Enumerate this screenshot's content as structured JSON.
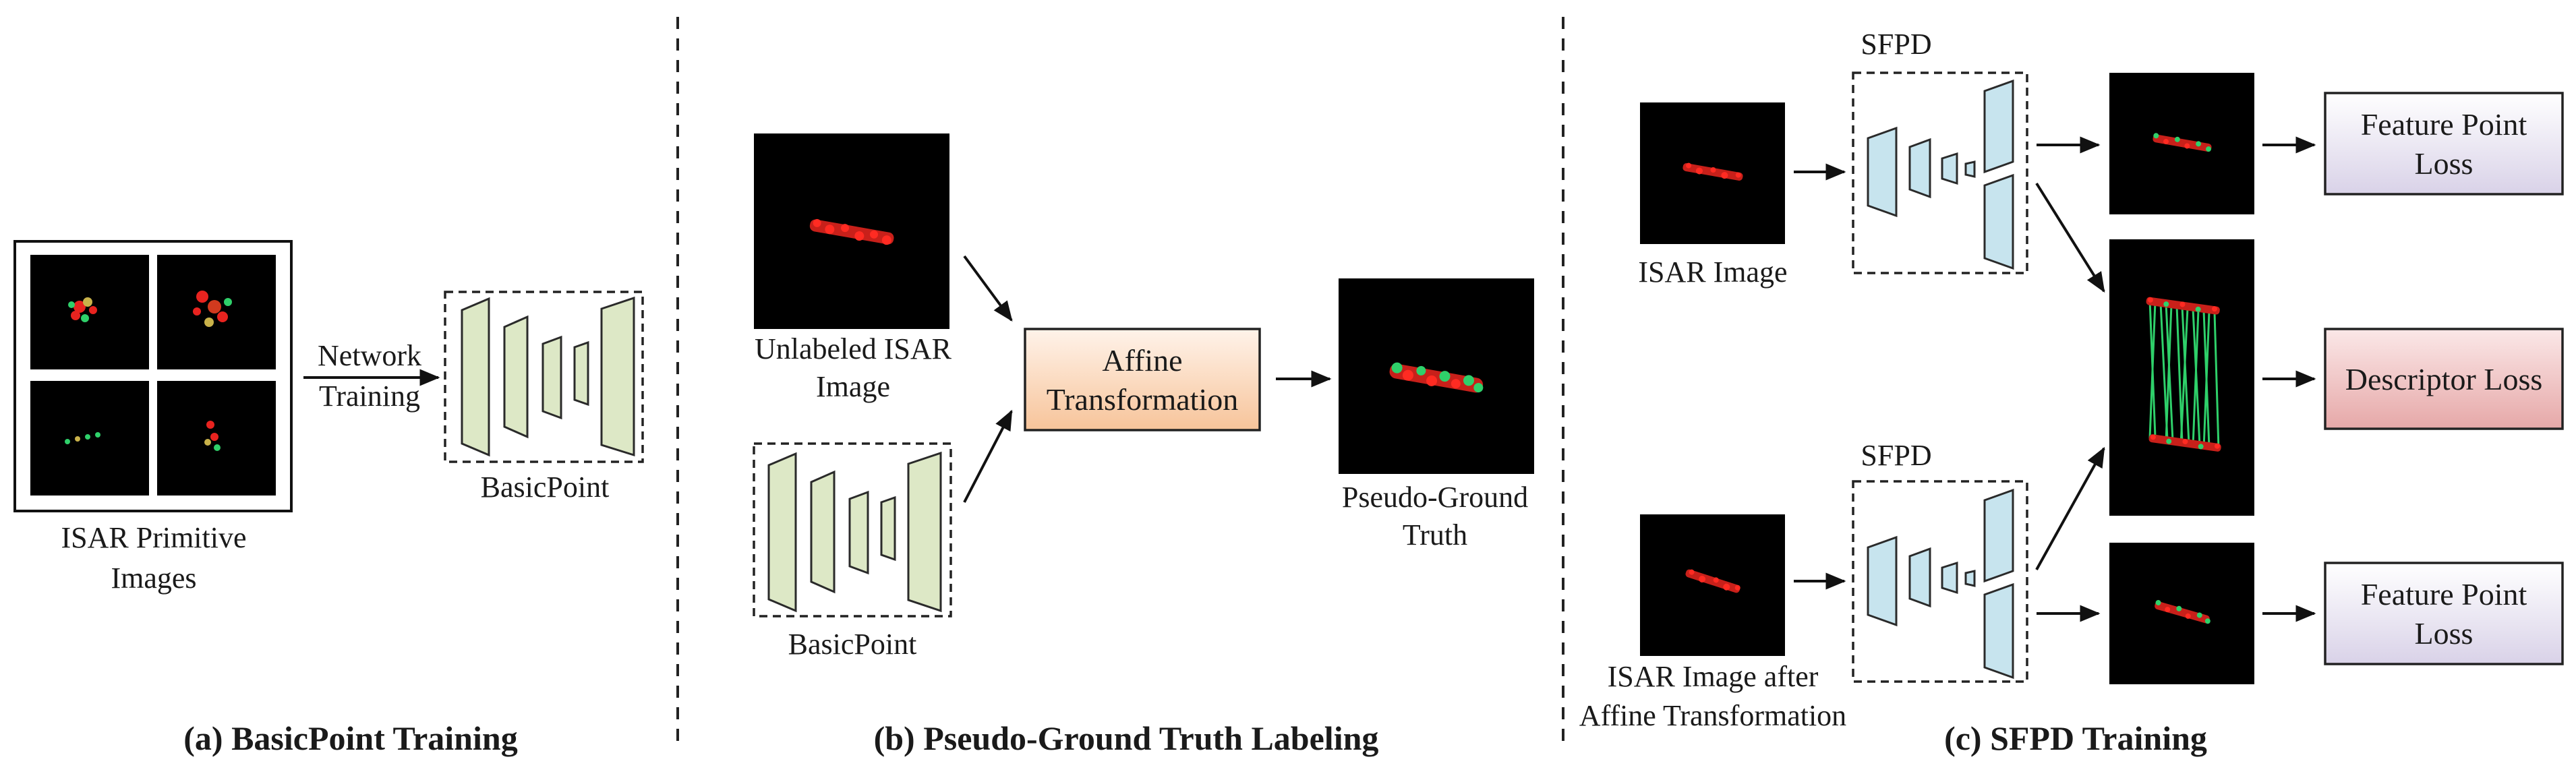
{
  "separators": 2,
  "panel_a": {
    "images_label_line1": "ISAR Primitive",
    "images_label_line2": "Images",
    "arrow_label_line1": "Network",
    "arrow_label_line2": "Training",
    "network_label": "BasicPoint",
    "caption": "(a) BasicPoint Training"
  },
  "panel_b": {
    "input_label_line1": "Unlabeled ISAR",
    "input_label_line2": "Image",
    "network_label": "BasicPoint",
    "transform_label_line1": "Affine",
    "transform_label_line2": "Transformation",
    "output_label_line1": "Pseudo-Ground",
    "output_label_line2": "Truth",
    "caption": "(b) Pseudo-Ground Truth Labeling"
  },
  "panel_c": {
    "top_input_label": "ISAR Image",
    "bottom_input_label_line1": "ISAR Image after",
    "bottom_input_label_line2": "Affine Transformation",
    "top_network_label": "SFPD",
    "bottom_network_label": "SFPD",
    "loss_top_line1": "Feature Point",
    "loss_top_line2": "Loss",
    "loss_mid": "Descriptor Loss",
    "loss_bottom_line1": "Feature Point",
    "loss_bottom_line2": "Loss",
    "caption": "(c) SFPD Training"
  },
  "colors": {
    "basicpoint_fill": "#dde8c6",
    "sfpd_fill": "#c7e4ee",
    "affine_fill_top": "#fff3ea",
    "affine_fill_bottom": "#f7c49a",
    "feature_loss_fill_top": "#ffffff",
    "feature_loss_fill_bottom": "#d9d2e8",
    "descriptor_loss_fill_top": "#fbe8e8",
    "descriptor_loss_fill_bottom": "#e6a8a8",
    "keypoint_red": "#e8231f",
    "keypoint_green": "#2fd06a"
  }
}
